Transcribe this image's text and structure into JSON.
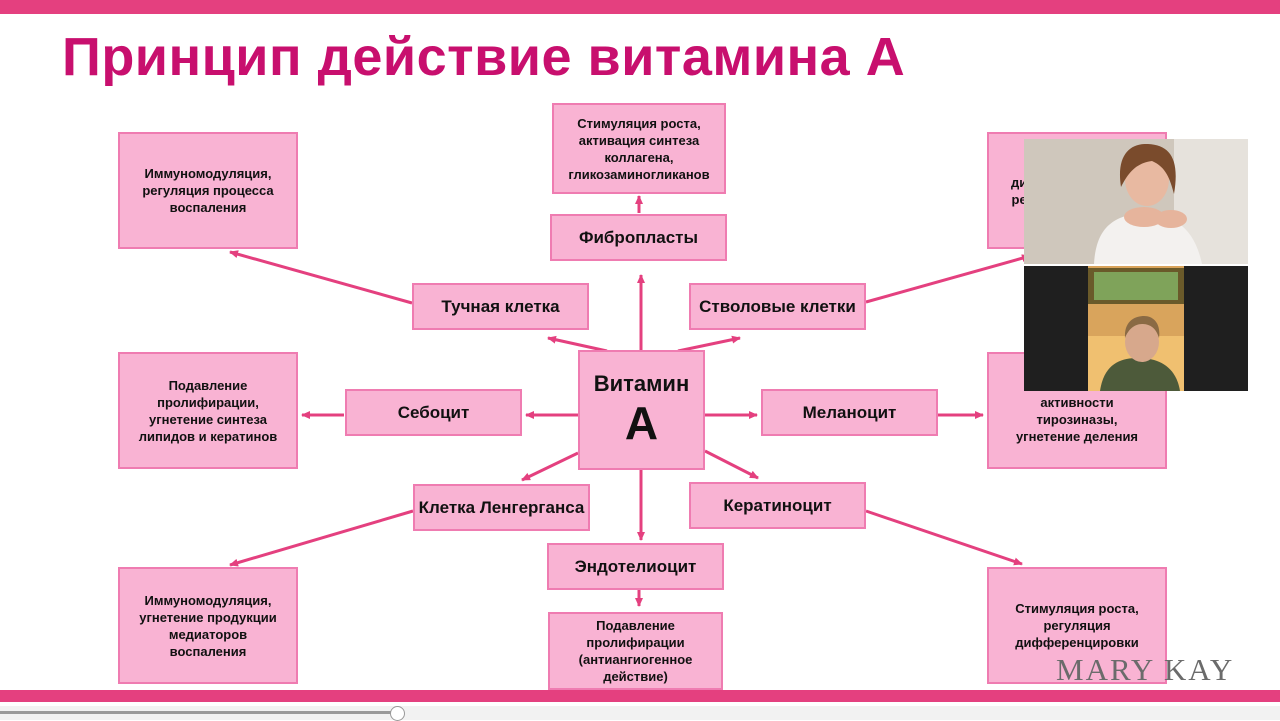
{
  "slide": {
    "title": "Принцип действие витамина А",
    "center": {
      "line1": "Витамин",
      "line2": "А"
    },
    "nodes": {
      "fibroblasts": "Фибропласты",
      "mast_cell": "Тучная клетка",
      "stem_cells": "Стволовые клетки",
      "sebocyte": "Себоцит",
      "melanocyte": "Меланоцит",
      "langerhans": "Клетка Ленгерганса",
      "keratinocyte": "Кератиноцит",
      "endotheliocyte": "Эндотелиоцит"
    },
    "outcomes": {
      "fibroblasts": "Стимуляция роста,\nактивация синтеза\nколлагена,\nгликозаминогликанов",
      "mast_cell": "Иммуномодуляция,\nрегуляция процесса\nвоспаления",
      "stem_cells": "ди\nре",
      "sebocyte": "Подавление\nпролифирации,\nугнетение синтеза\nлипидов и кератинов",
      "melanocyte": "активности\nтирозиназы,\nугнетение деления",
      "langerhans": "Иммуномодуляция,\nугнетение продукции\nмедиаторов\nвоспаления",
      "keratinocyte": "Стимуляция роста,\nрегуляция\nдифференцировки",
      "endotheliocyte": "Подавление\nпролифирации\n(антиангиогенное\nдействие)"
    },
    "brand": "MARY KAY",
    "accent_color": "#e4407f",
    "title_color": "#c80f6e",
    "box_fill": "#f9b3d3",
    "arrow_color": "#e4407f"
  },
  "video_call": {
    "tiles": [
      {
        "name": "presenter-video",
        "icon": "person-video-icon"
      },
      {
        "name": "participant-video",
        "icon": "person-video-icon"
      }
    ]
  },
  "player": {
    "progress": 0.31
  }
}
